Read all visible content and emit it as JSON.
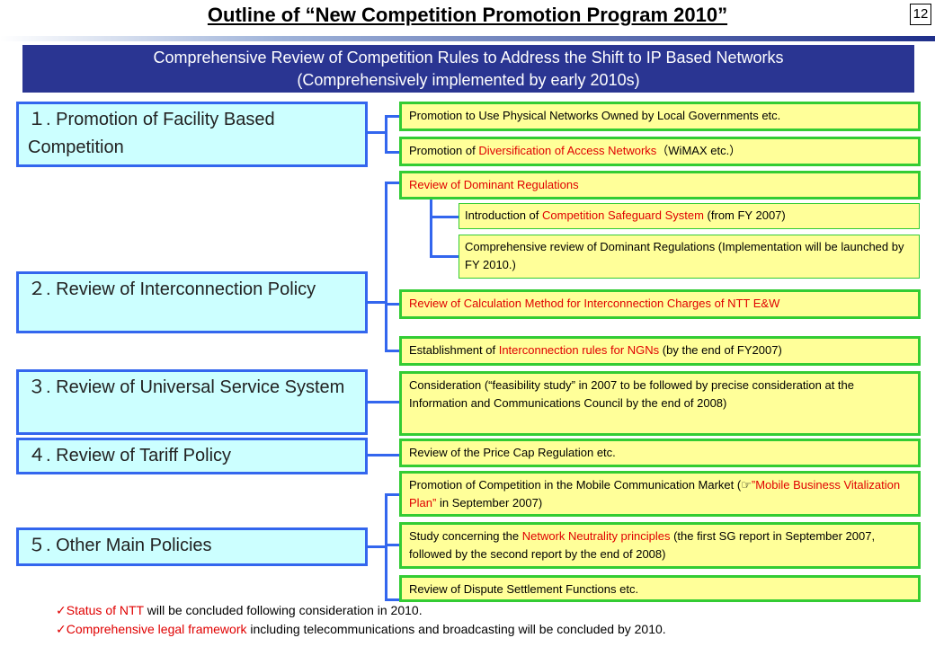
{
  "title": "Outline of “New Competition Promotion Program 2010”",
  "page_number": "12",
  "banner": {
    "line1": "Comprehensive  Review of Competition Rules  to Address the Shift to IP Based Networks",
    "line2": "(Comprehensively  implemented by early 2010s)"
  },
  "categories": [
    {
      "num": "１.",
      "label": "Promotion of Facility Based Competition"
    },
    {
      "num": "２.",
      "label": "Review of Interconnection Policy"
    },
    {
      "num": "３.",
      "label": "Review of Universal Service System"
    },
    {
      "num": "４.",
      "label": "Review of Tariff Policy"
    },
    {
      "num": "５.",
      "label": "Other Main Policies"
    }
  ],
  "items": {
    "physical_networks": "Promotion to Use Physical Networks Owned by Local Governments etc.",
    "diversification": {
      "a": "Promotion of ",
      "b": "Diversification of Access Networks",
      "c": "（WiMAX  etc.）"
    },
    "dominant_regulations": "Review of Dominant Regulations",
    "safeguard": {
      "a": "Introduction of ",
      "b": "Competition Safeguard System",
      "c": " (from FY 2007)"
    },
    "comprehensive_review": "Comprehensive review of Dominant Regulations  (Implementation will be launched by FY 2010.)",
    "calculation_method": "Review of Calculation Method for Interconnection Charges of NTT E&W",
    "ngn_rules": {
      "a": "Establishment of ",
      "b": "Interconnection rules for NGNs",
      "c": "    (by the end of FY2007)"
    },
    "consideration": "Consideration   (“feasibility study” in 2007 to be followed by precise consideration at the Information and Communications Council by the end of 2008)",
    "price_cap": "Review of the Price Cap Regulation etc.",
    "mobile": {
      "a": "Promotion of Competition in the Mobile Communication Market (☞",
      "b": "”Mobile Business Vitalization Plan”",
      "c": " in September 2007)"
    },
    "neutrality": {
      "a": "Study concerning the ",
      "b": "Network Neutrality principles",
      "c": "   (the first SG report  in September 2007, followed by the second report by the end of 2008)"
    },
    "dispute": "Review of Dispute Settlement Functions etc."
  },
  "footnotes": [
    {
      "mark": "✓",
      "red": "Status of NTT",
      "rest": " will be concluded following consideration in 2010."
    },
    {
      "mark": "✓",
      "red": "Comprehensive legal framework",
      "rest": " including telecommunications and broadcasting will be concluded by 2010."
    }
  ],
  "colors": {
    "banner": "#2a3592",
    "category_fill": "#ccffff",
    "category_border": "#3366ee",
    "item_fill": "#ffff99",
    "item_border": "#33cc33",
    "highlight": "#e00000"
  }
}
